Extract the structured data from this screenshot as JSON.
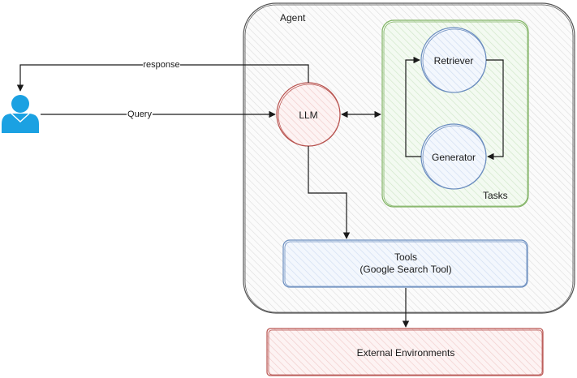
{
  "agent": {
    "label": "Agent"
  },
  "llm": {
    "label": "LLM"
  },
  "tasks": {
    "label": "Tasks",
    "retriever": "Retriever",
    "generator": "Generator"
  },
  "tools": {
    "line1": "Tools",
    "line2": "(Google Search Tool)"
  },
  "external": {
    "label": "External Environments"
  },
  "edges": {
    "query": "Query",
    "response": "response"
  },
  "user": {
    "icon": "user-icon"
  },
  "colors": {
    "user_blue": "#1ba1e2",
    "agent_stroke": "#555555",
    "tasks_stroke": "#82b366",
    "tasks_fill": "#d5e8d4",
    "llm_stroke": "#b85450",
    "llm_fill": "#f8cecc",
    "node_stroke": "#6c8ebf",
    "node_fill": "#dae8fc"
  }
}
